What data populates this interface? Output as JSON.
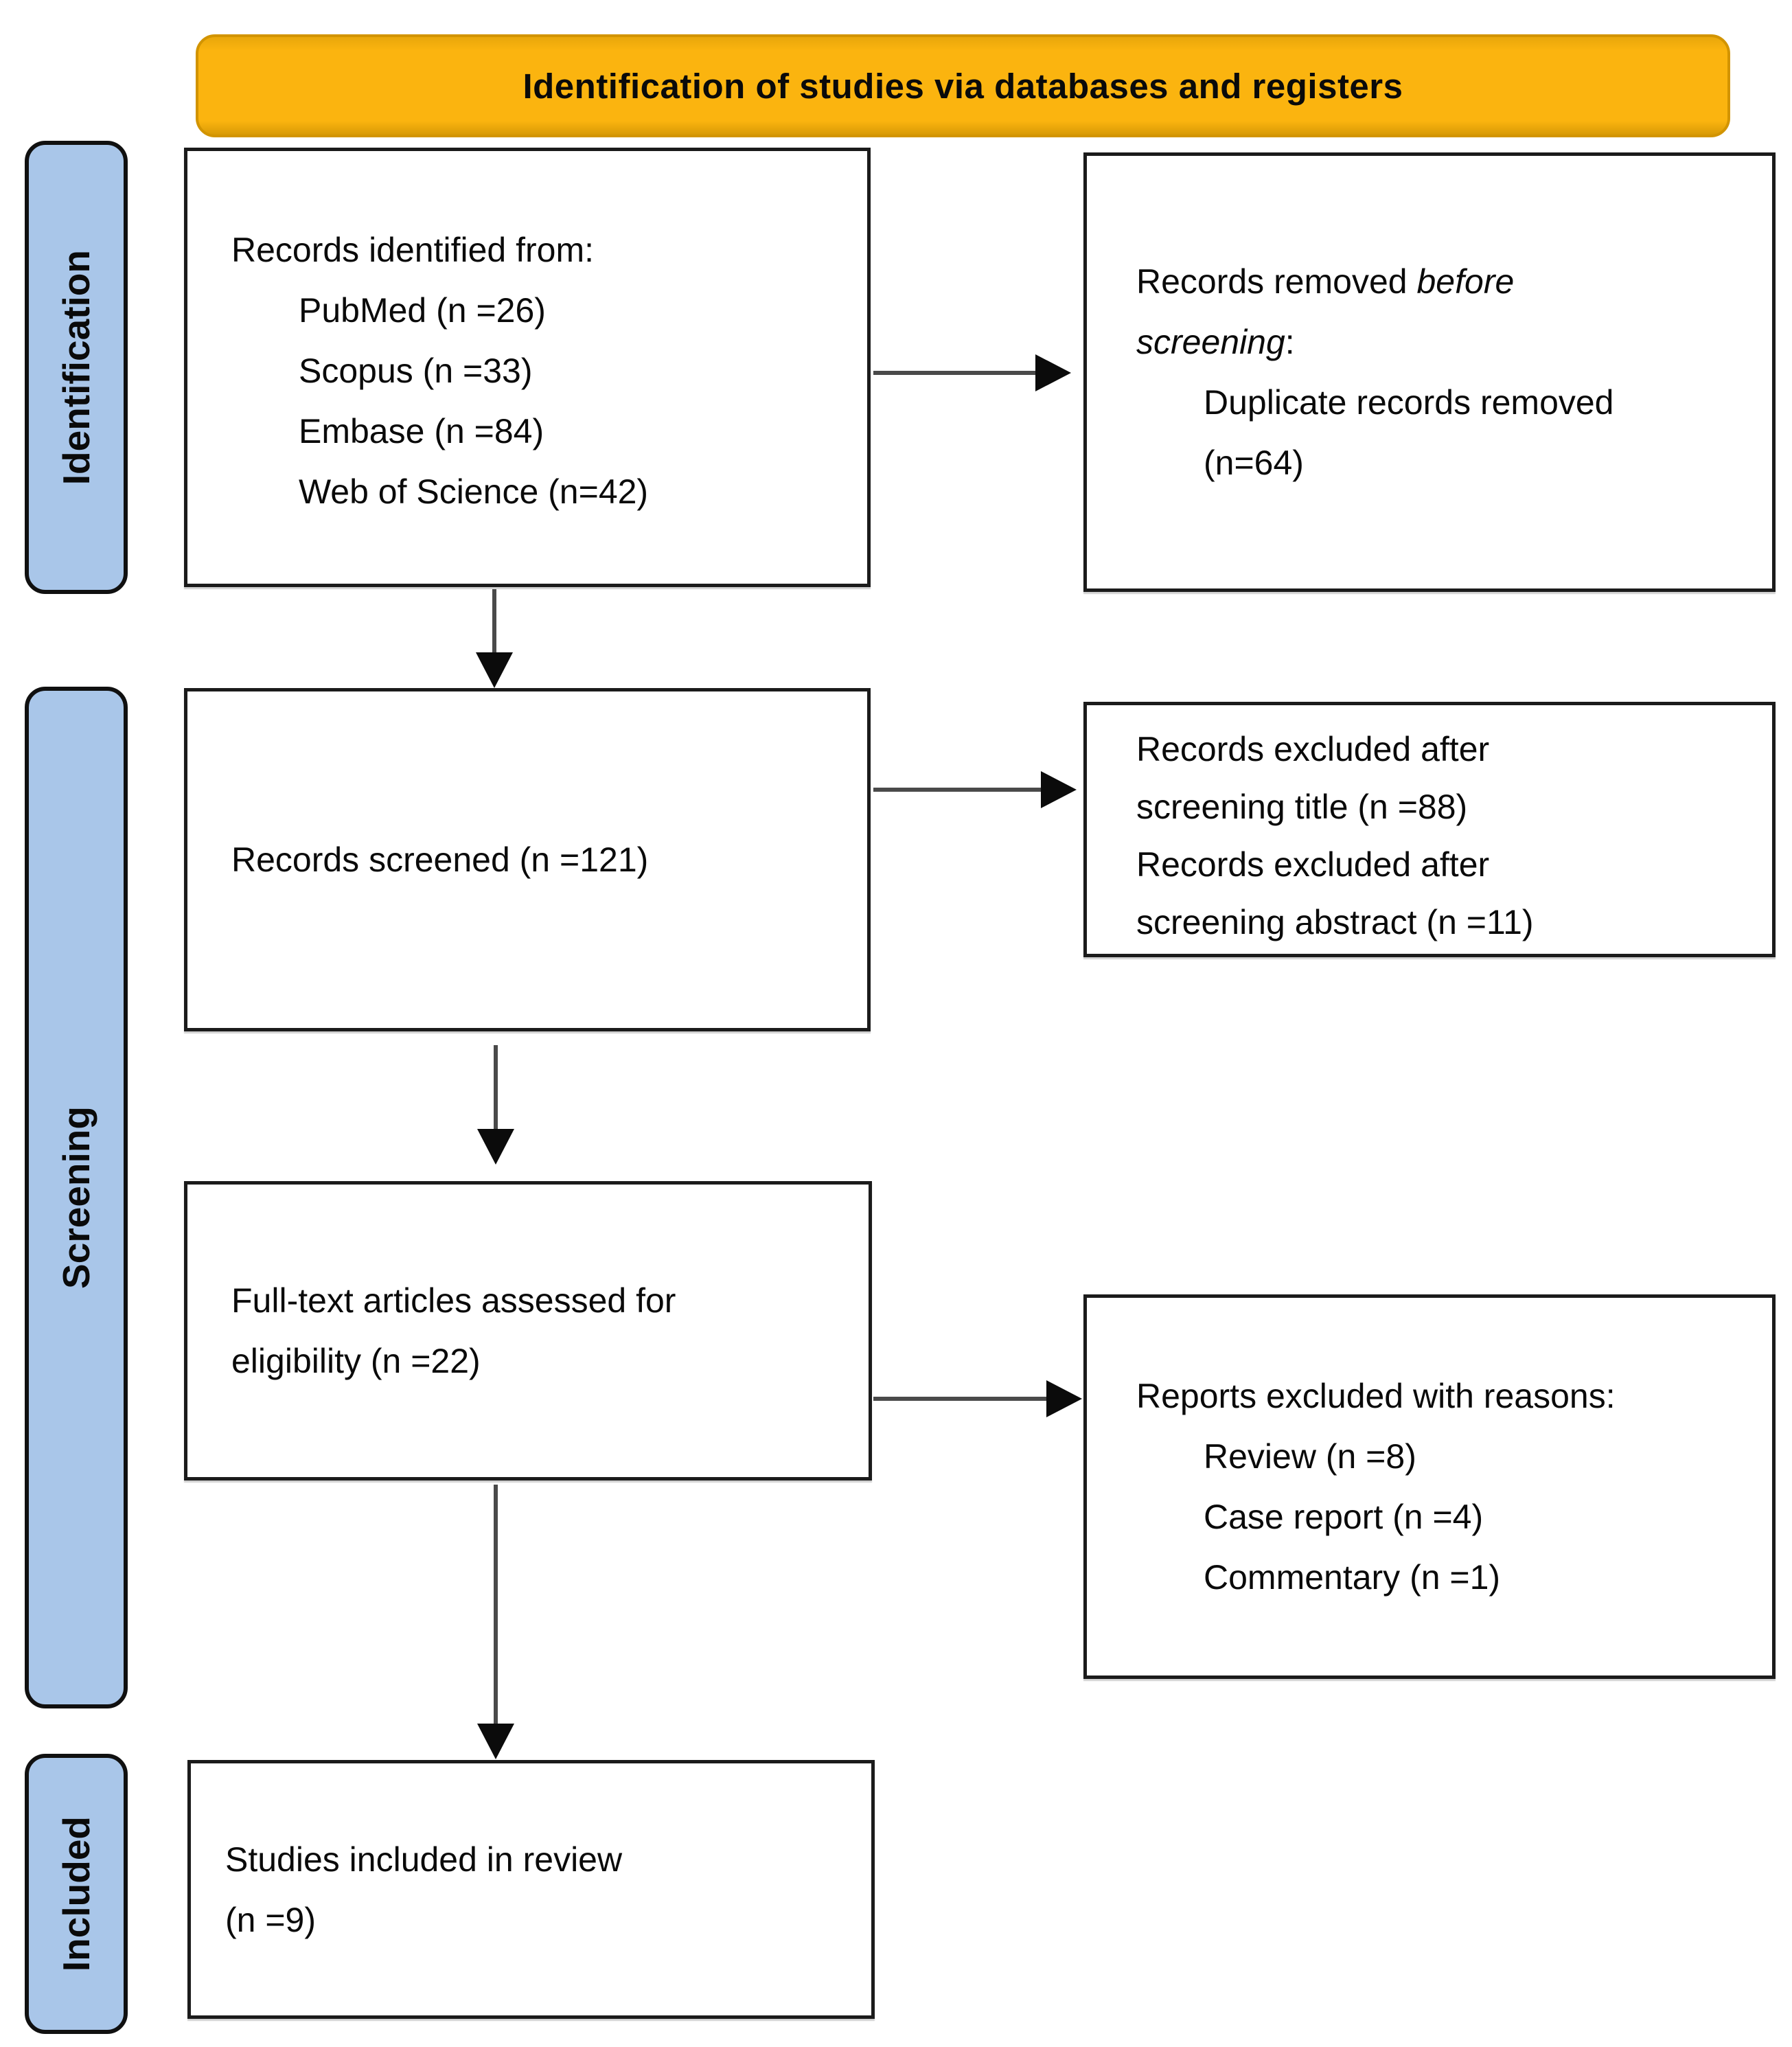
{
  "banner": {
    "title": "Identification of studies via databases and registers"
  },
  "sidebar": {
    "identification": "Identification",
    "screening": "Screening",
    "included": "Included"
  },
  "boxes": {
    "records_identified": {
      "intro": "Records identified from:",
      "items": [
        "PubMed (n =26)",
        "Scopus (n =33)",
        "Embase (n =84)",
        "Web of Science (n=42)"
      ]
    },
    "records_removed": {
      "line1_regular": "Records removed ",
      "line1_italic": "before",
      "line2_italic": "screening",
      "line2_regular": ":",
      "items": [
        "Duplicate records removed",
        "(n=64)"
      ]
    },
    "records_screened": {
      "text": "Records screened (n =121)"
    },
    "records_excluded": {
      "lines": [
        "Records excluded after",
        "screening title (n =88)",
        "Records excluded after",
        "screening abstract (n =11)"
      ]
    },
    "fulltext_assessed": {
      "lines": [
        "Full-text articles assessed for",
        "eligibility (n =22)"
      ]
    },
    "reports_excluded": {
      "intro": "Reports excluded with reasons:",
      "items": [
        "Review (n =8)",
        "Case report (n =4)",
        "Commentary (n =1)"
      ]
    },
    "studies_included": {
      "lines": [
        "Studies included in review",
        "(n =9)"
      ]
    }
  },
  "colors": {
    "banner_bg": "#FBB40F",
    "banner_border": "#D29400",
    "sidebar_bg": "#A9C6E9",
    "box_border": "#1b1b1b",
    "arrow_line": "#4a4a4a",
    "arrow_head": "#0b0b0b",
    "text": "#0a0a0a",
    "background": "#ffffff"
  }
}
